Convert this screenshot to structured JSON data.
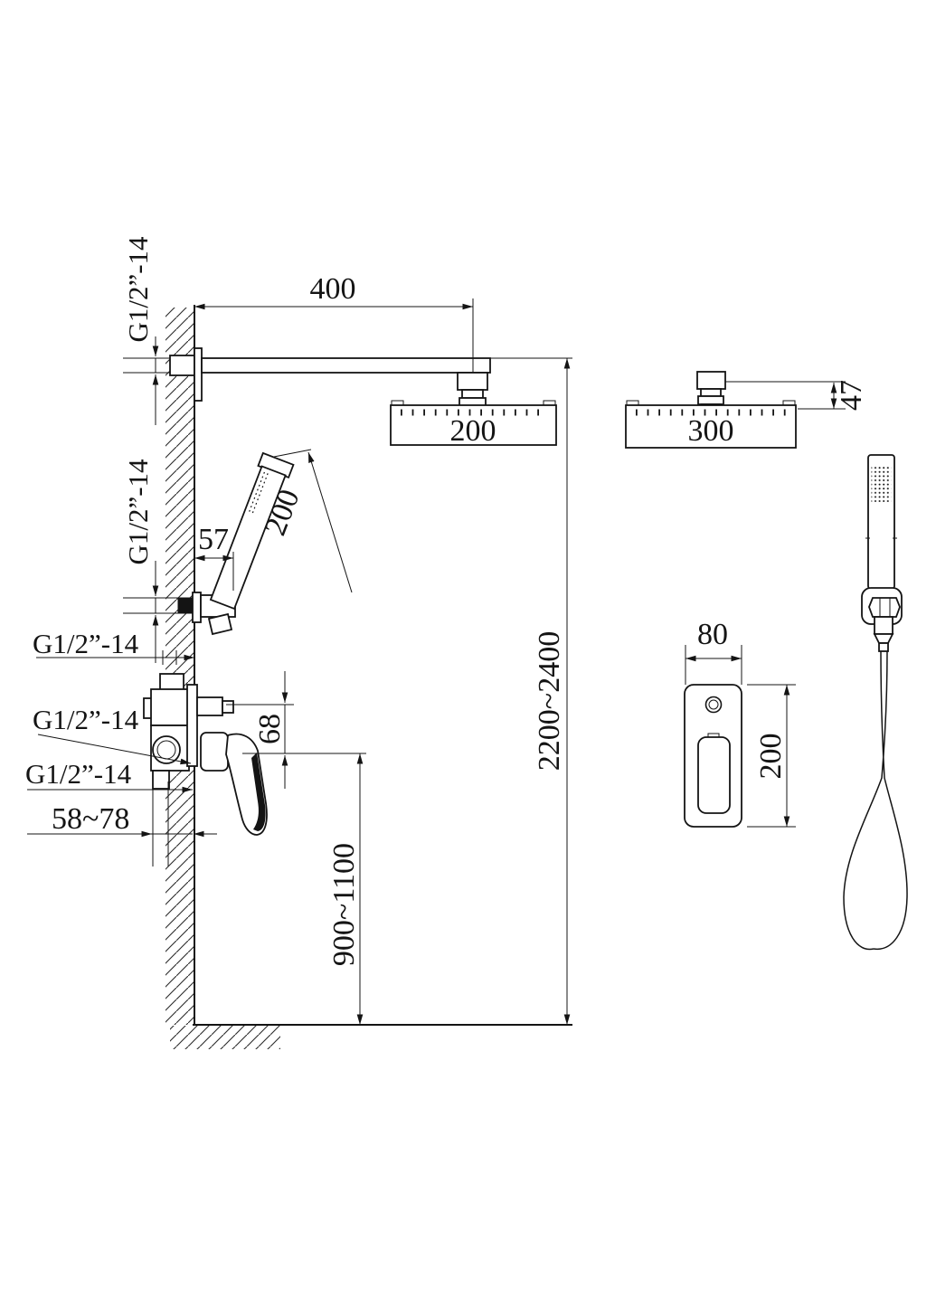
{
  "drawing": {
    "type": "shower-system-installation-diagram",
    "dims": {
      "thread": "G1/2”-14",
      "arm_length": "400",
      "head_side_width": "200",
      "head_front_width": "300",
      "head_height": "47",
      "handshower_offset": "57",
      "handshower_length": "200",
      "port_spacing": "68",
      "recess_depth": "58~78",
      "valve_height_range": "900~1100",
      "overall_height_range": "2200~2400",
      "plate_width": "80",
      "plate_height": "200"
    },
    "line_color": "#141414",
    "background": "#ffffff"
  }
}
